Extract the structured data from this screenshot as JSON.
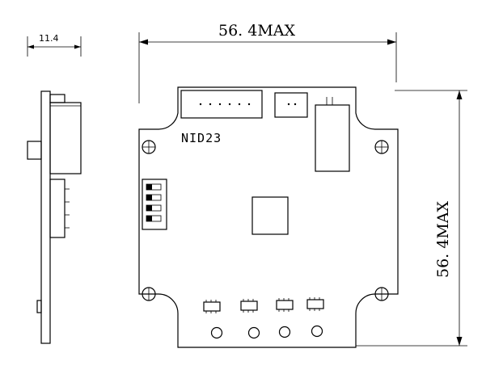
{
  "drawing": {
    "board_label": "NID23",
    "dim_width": "56. 4MAX",
    "dim_height": "56. 4MAX",
    "dim_side": "11.4"
  }
}
